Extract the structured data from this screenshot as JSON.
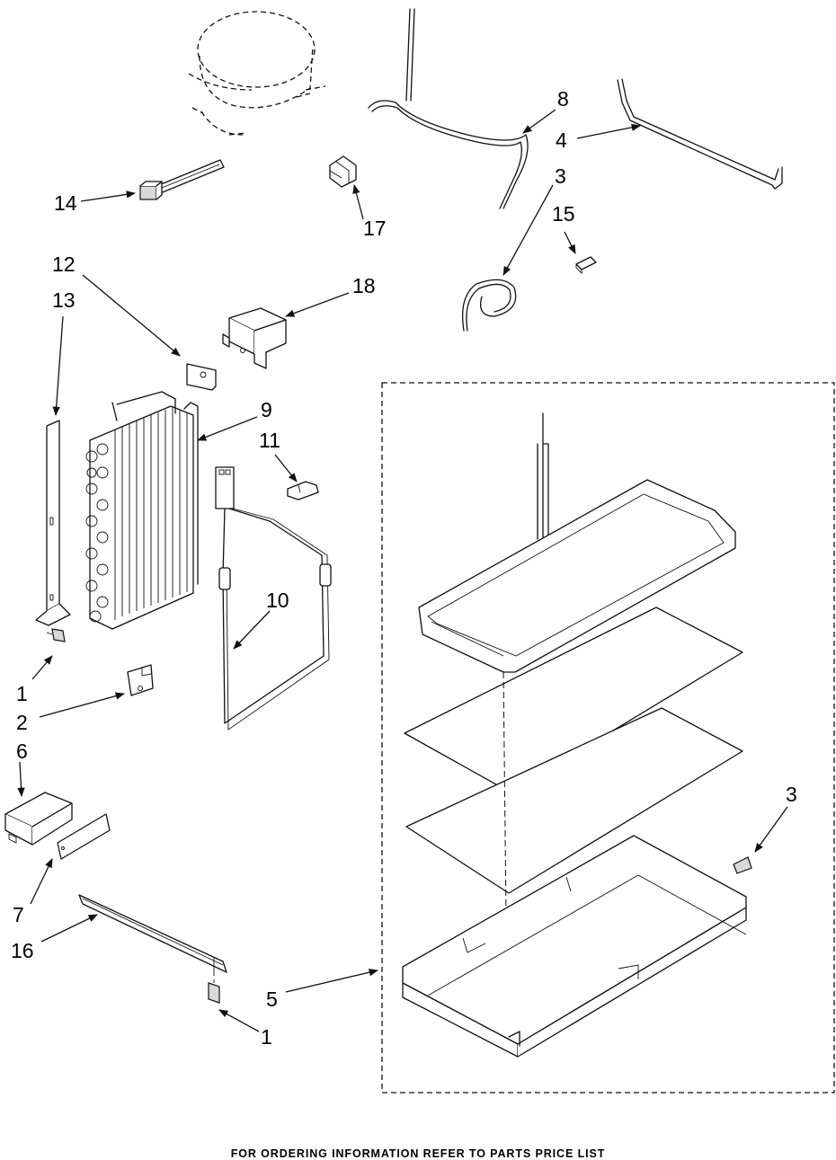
{
  "footer": "FOR ORDERING INFORMATION REFER TO PARTS PRICE LIST",
  "callouts": {
    "c14": "14",
    "c17": "17",
    "c8": "8",
    "c4": "4",
    "c3a": "3",
    "c15": "15",
    "c12": "12",
    "c13": "13",
    "c18": "18",
    "c9": "9",
    "c11": "11",
    "c10": "10",
    "c1a": "1",
    "c2": "2",
    "c6": "6",
    "c7": "7",
    "c16": "16",
    "c3b": "3",
    "c5": "5",
    "c1b": "1"
  }
}
